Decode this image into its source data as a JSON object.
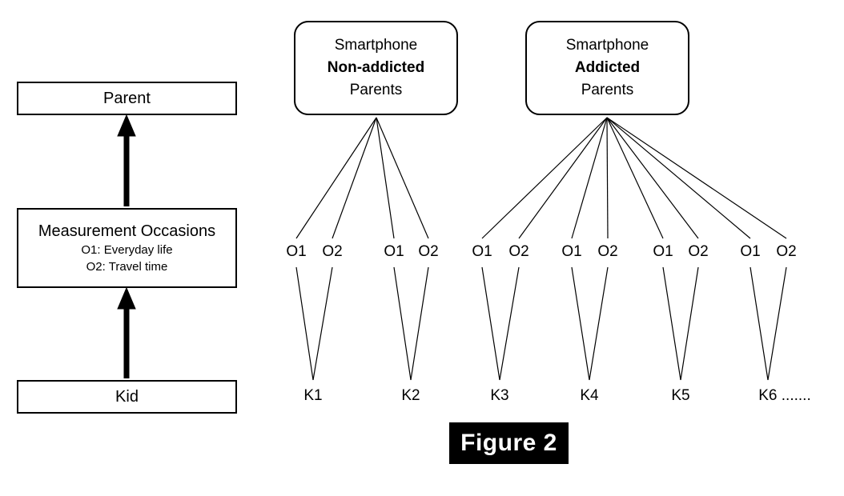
{
  "figure": {
    "caption": "Figure 2"
  },
  "left_panel": {
    "levels": [
      {
        "name": "parent-level",
        "title": "Parent",
        "sublines": []
      },
      {
        "name": "measurement-occasions-level",
        "title": "Measurement Occasions",
        "sublines": [
          "O1: Everyday life",
          "O2: Travel time"
        ]
      },
      {
        "name": "kid-level",
        "title": "Kid",
        "sublines": []
      }
    ],
    "arrows": [
      {
        "from": "measurement-occasions-level",
        "to": "parent-level",
        "direction": "up"
      },
      {
        "from": "kid-level",
        "to": "measurement-occasions-level",
        "direction": "up"
      }
    ]
  },
  "right_panel": {
    "groups": [
      {
        "id": "non-addicted",
        "line1": "Smartphone",
        "line2": "Non-addicted",
        "line3": "Parents",
        "children": [
          "K1",
          "K2"
        ]
      },
      {
        "id": "addicted",
        "line1": "Smartphone",
        "line2": "Addicted",
        "line3": "Parents",
        "children": [
          "K3",
          "K4",
          "K5",
          "K6 ......."
        ]
      }
    ],
    "occasion_labels": [
      "O1",
      "O2"
    ],
    "occasion_pairs": [
      {
        "kid": "K1",
        "labels": [
          "O1",
          "O2"
        ]
      },
      {
        "kid": "K2",
        "labels": [
          "O1",
          "O2"
        ]
      },
      {
        "kid": "K3",
        "labels": [
          "O1",
          "O2"
        ]
      },
      {
        "kid": "K4",
        "labels": [
          "O1",
          "O2"
        ]
      },
      {
        "kid": "K5",
        "labels": [
          "O1",
          "O2"
        ]
      },
      {
        "kid": "K6 .......",
        "labels": [
          "O1",
          "O2"
        ]
      }
    ],
    "kid_labels": [
      "K1",
      "K2",
      "K3",
      "K4",
      "K5",
      "K6 ......."
    ]
  },
  "colors": {
    "stroke": "#000000",
    "fill": "#ffffff",
    "caption_bg": "#000000",
    "caption_fg": "#ffffff"
  }
}
